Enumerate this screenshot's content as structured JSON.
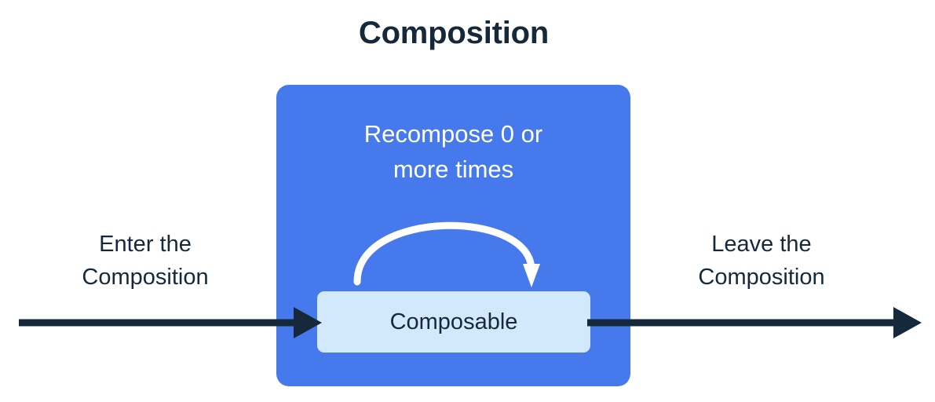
{
  "diagram": {
    "title": "Composition",
    "title_color": "#16293a",
    "background_color": "#ffffff",
    "composition_box": {
      "name": "Composition",
      "fill_color": "#4679ec",
      "caption_line1": "Recompose 0 or",
      "caption_line2": "more times",
      "caption_color": "#ffffff",
      "loop_arrow": {
        "label": "recompose-loop",
        "color": "#ffffff",
        "direction": "clockwise"
      },
      "composable": {
        "label": "Composable",
        "fill_color": "#d2e8fb",
        "text_color": "#16293a"
      }
    },
    "enter": {
      "line1": "Enter the",
      "line2": "Composition",
      "arrow_color": "#16293a",
      "arrow_direction": "right"
    },
    "leave": {
      "line1": "Leave the",
      "line2": "Composition",
      "arrow_color": "#16293a",
      "arrow_direction": "right"
    }
  }
}
